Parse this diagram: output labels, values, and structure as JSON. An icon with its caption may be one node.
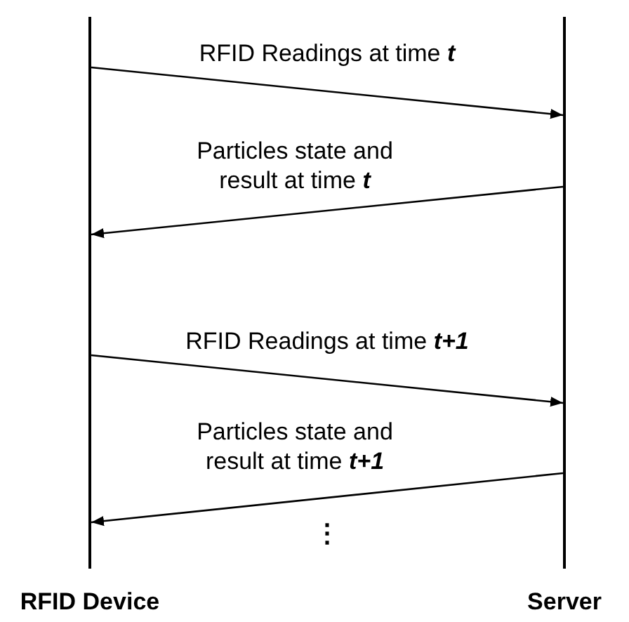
{
  "diagram": {
    "nodes": [
      {
        "text": [
          "RFID Device"
        ]
      },
      {
        "text": [
          "Server"
        ]
      }
    ],
    "edges": [
      {
        "from": 0,
        "to": 1,
        "arrow": "to",
        "label": "RFID Readings at time **t**"
      },
      {
        "from": 1,
        "to": 0,
        "arrow": "to",
        "label": "Particles state and result at time **t**"
      },
      {
        "from": 0,
        "to": 1,
        "arrow": "to",
        "label": "RFID Readings at time **t+1**"
      },
      {
        "from": 1,
        "to": 0,
        "arrow": "to",
        "label": "Particles state and result at time **t+1**"
      }
    ],
    "labels": [
      "⋮"
    ]
  }
}
